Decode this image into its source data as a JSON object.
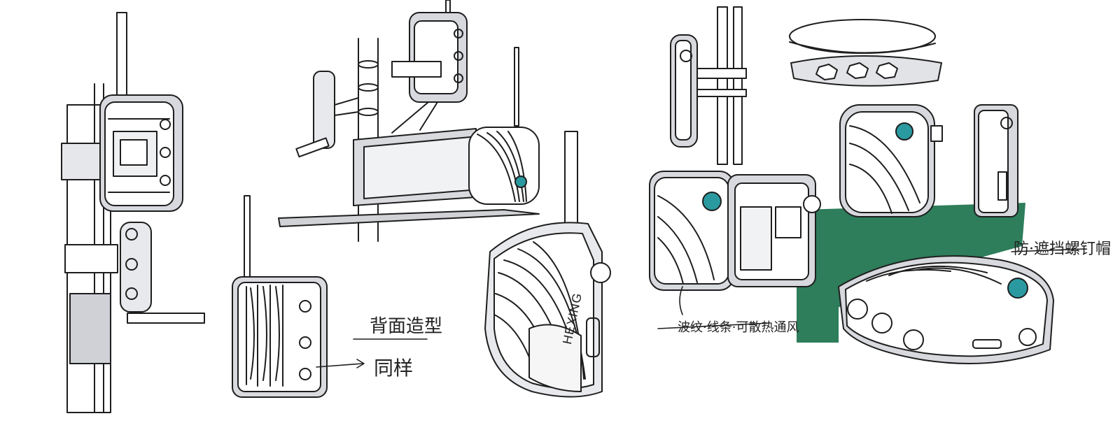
{
  "annotations": {
    "back_structure": "背面造型",
    "same_side": "同样",
    "pattern_note": "波纹·线条·可散热通风",
    "bolt_cap_note": "防·遮挡螺钉帽"
  },
  "brand_text": "HEXING",
  "colors": {
    "ink": "#1e1e1e",
    "shade_gray": "#c9cbd0",
    "marker_green": "#2e7d5b",
    "logo_teal": "#2a9aa0"
  },
  "icons": [
    "hexing-logo-icon"
  ]
}
